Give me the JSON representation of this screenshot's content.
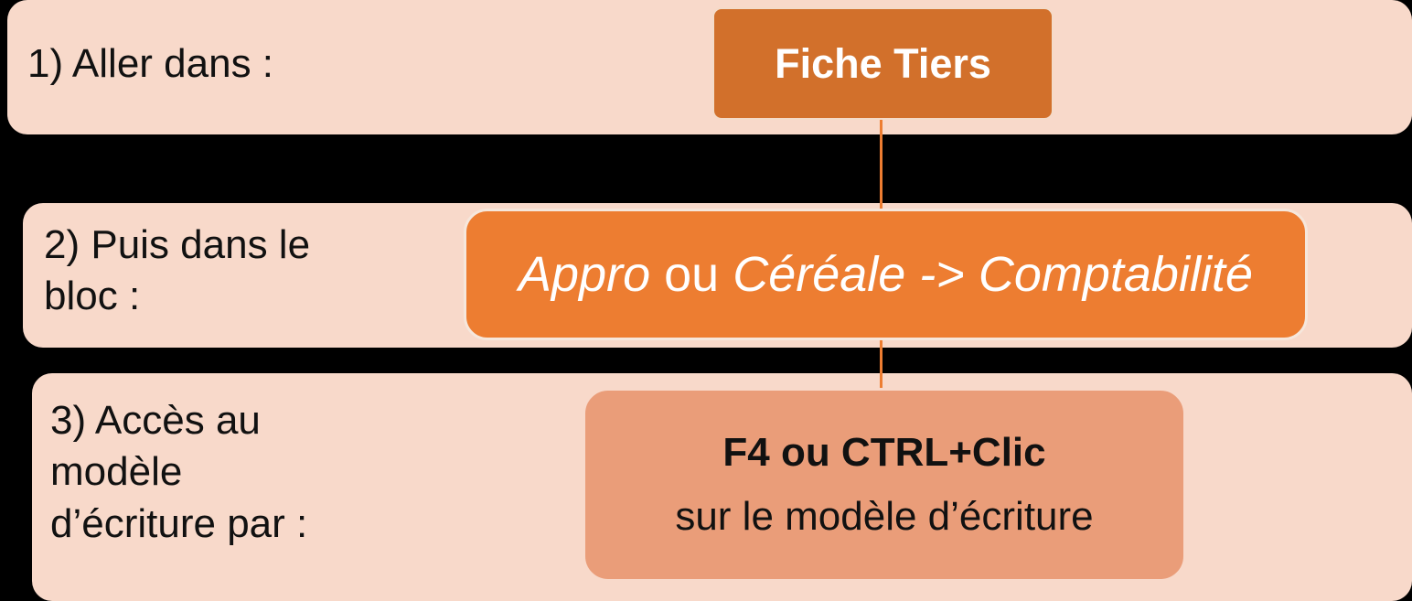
{
  "diagram": {
    "steps": [
      {
        "label": "1) Aller dans :",
        "box_label": "Fiche Tiers"
      },
      {
        "label": "2) Puis dans le bloc :",
        "box_part_italic_1": "Appro",
        "box_part_regular": " ou ",
        "box_part_italic_2": "Céréale -> Comptabilité"
      },
      {
        "label": "3) Accès au modèle d’écriture par :",
        "box_title": "F4 ou CTRL+Clic",
        "box_subtitle": "sur le modèle d’écriture"
      }
    ]
  },
  "colors": {
    "background": "#000000",
    "band_fill": "#f8d9ca",
    "step1_box_fill": "#d2702b",
    "step2_box_fill": "#ed7d31",
    "step3_box_fill": "#ea9d79",
    "connector": "#ed7d31",
    "text_dark": "#111111",
    "text_light": "#ffffff"
  }
}
